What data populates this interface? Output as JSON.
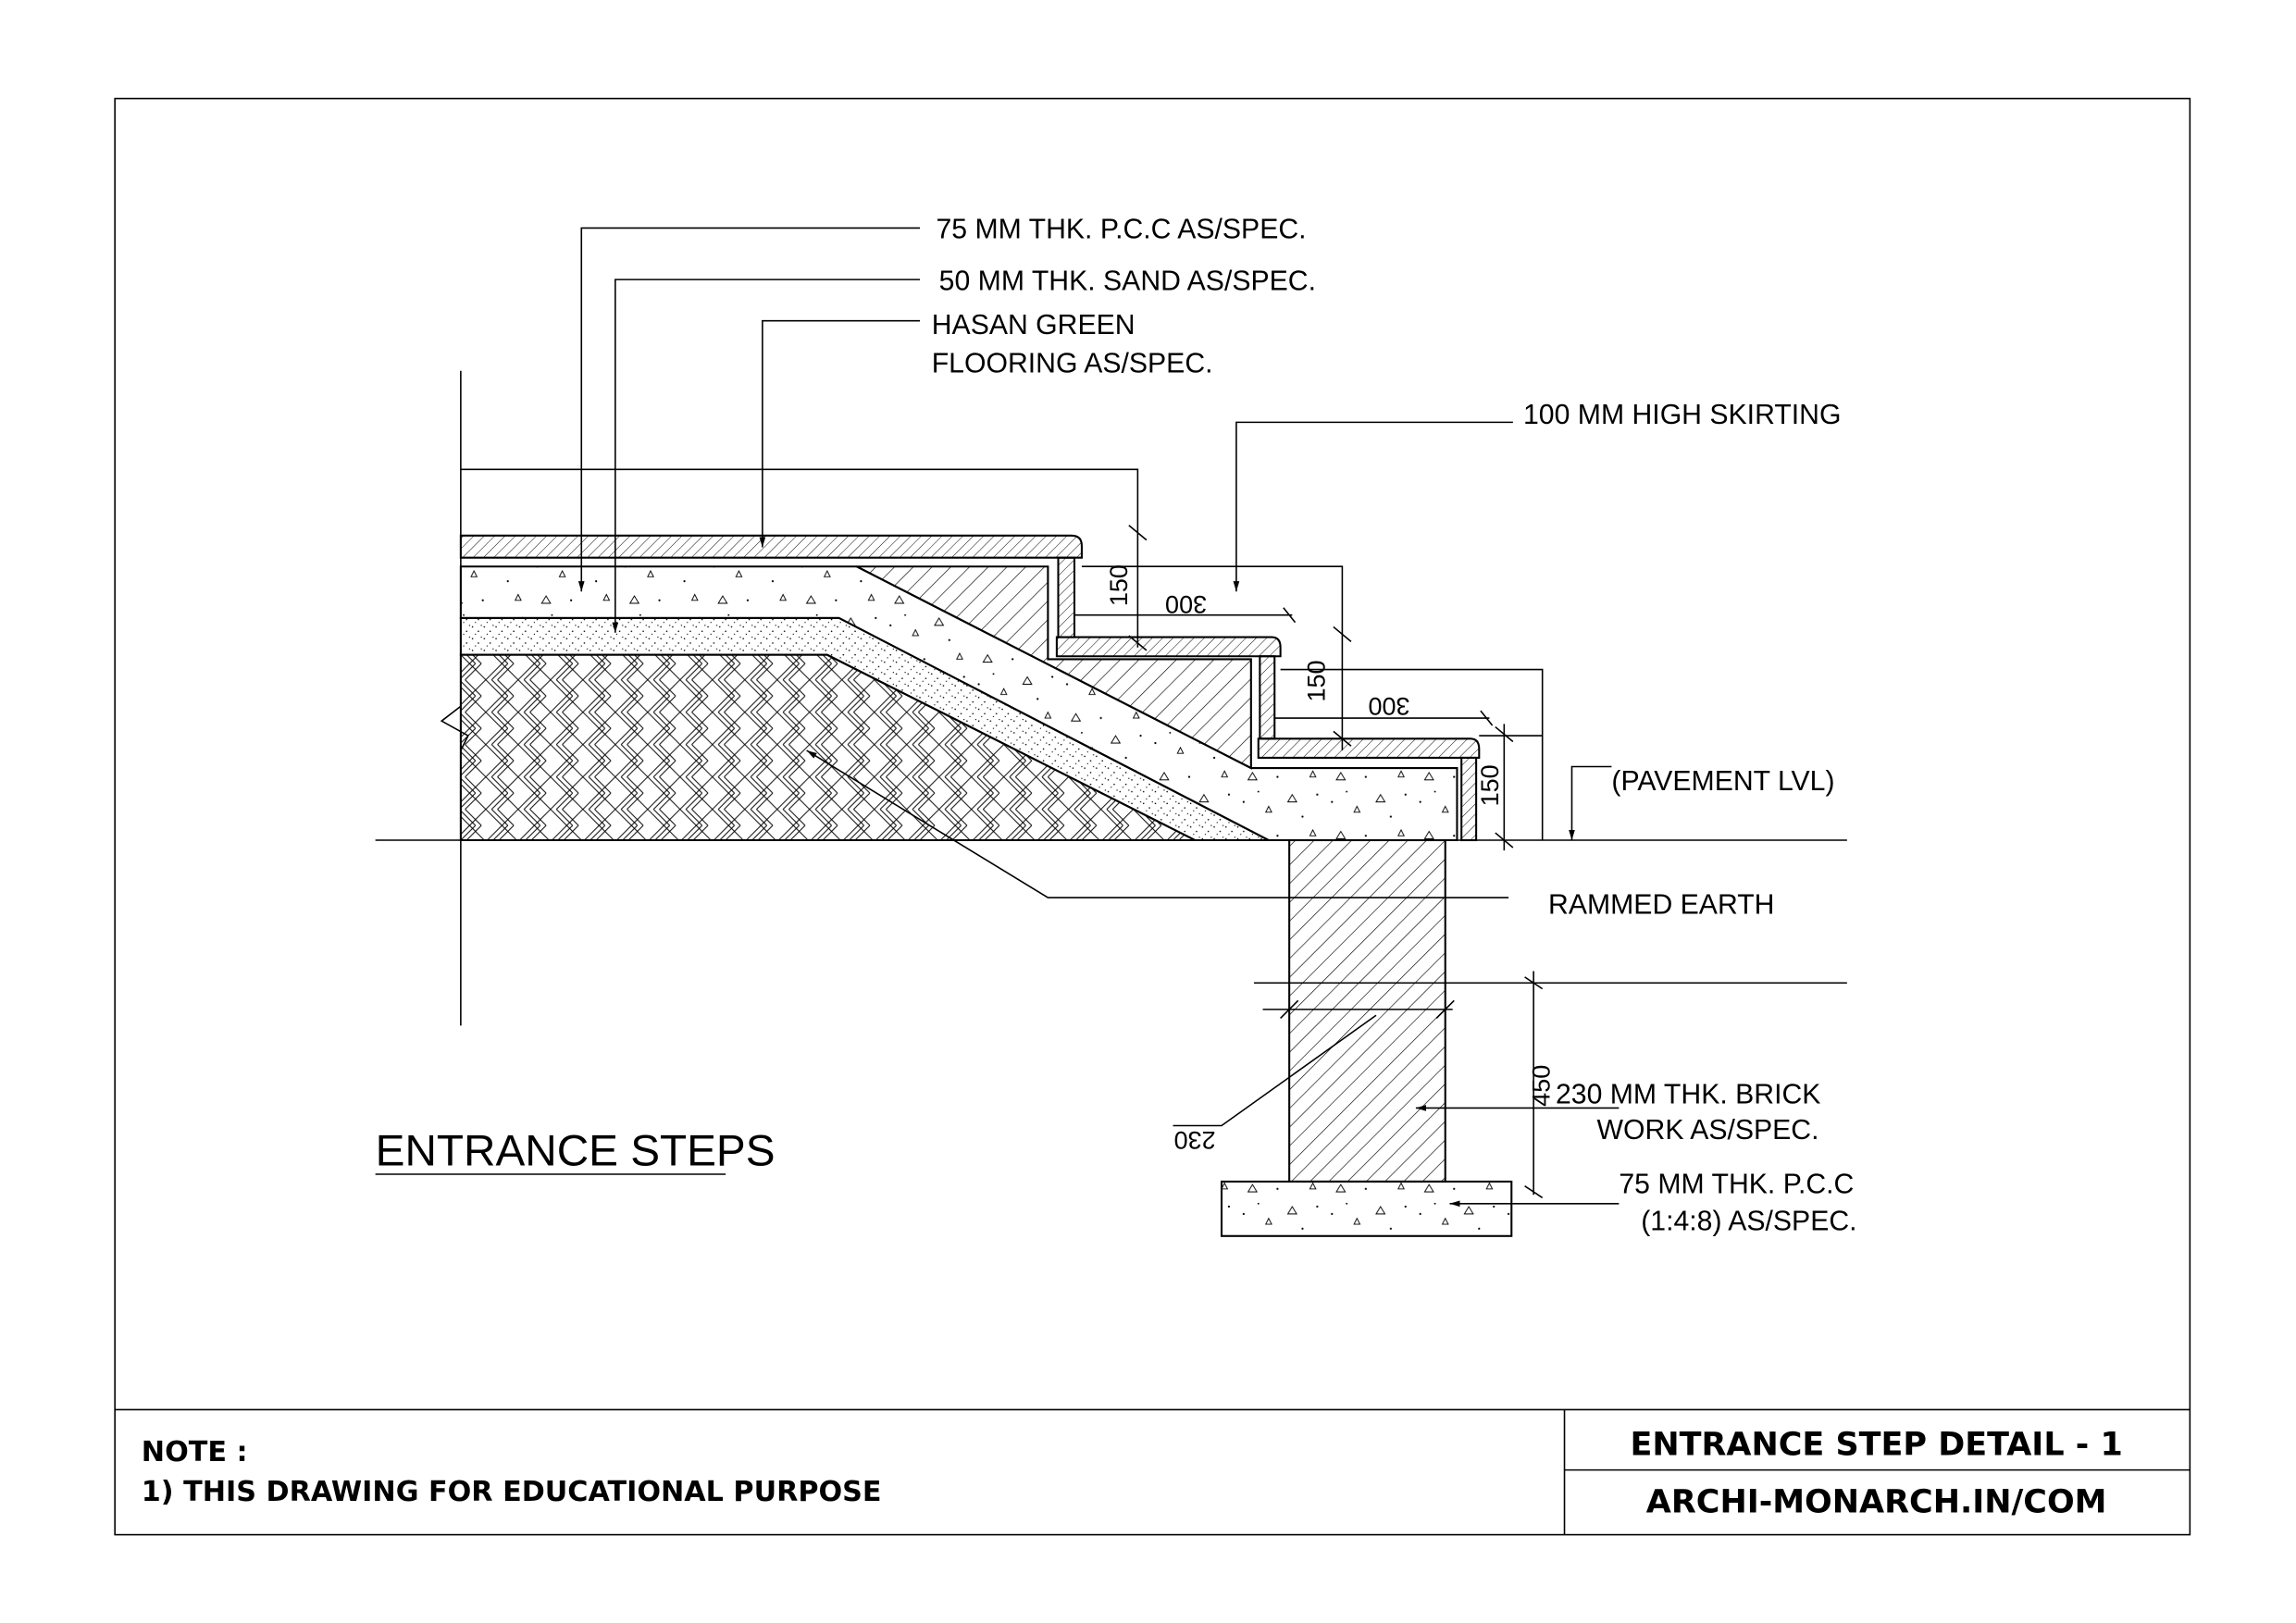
{
  "drawing": {
    "title": "ENTRANCE STEPS",
    "labels": {
      "pcc_top": "75 MM THK. P.C.C   AS/SPEC.",
      "sand": "50 MM THK. SAND   AS/SPEC.",
      "flooring_1": "HASAN  GREEN",
      "flooring_2": "FLOORING AS/SPEC.",
      "skirting": "100 MM HIGH SKIRTING",
      "pavement": "(PAVEMENT LVL)",
      "rammed_earth": "RAMMED EARTH",
      "brick_1": "230 MM THK. BRICK",
      "brick_2": "WORK AS/SPEC.",
      "pcc_footing_1": "75 MM THK. P.C.C",
      "pcc_footing_2": "(1:4:8) AS/SPEC."
    },
    "dimensions": {
      "riser_1": "150",
      "tread_1": "300",
      "riser_2": "150",
      "tread_2": "300",
      "riser_3": "150",
      "foundation_depth": "450",
      "wall_thickness": "230"
    }
  },
  "title_block": {
    "note_heading": "NOTE :",
    "note_1": "1) THIS DRAWING FOR EDUCATIONAL PURPOSE",
    "sheet_title": "ENTRANCE STEP DETAIL - 1",
    "website": "ARCHI-MONARCH.IN/COM"
  }
}
